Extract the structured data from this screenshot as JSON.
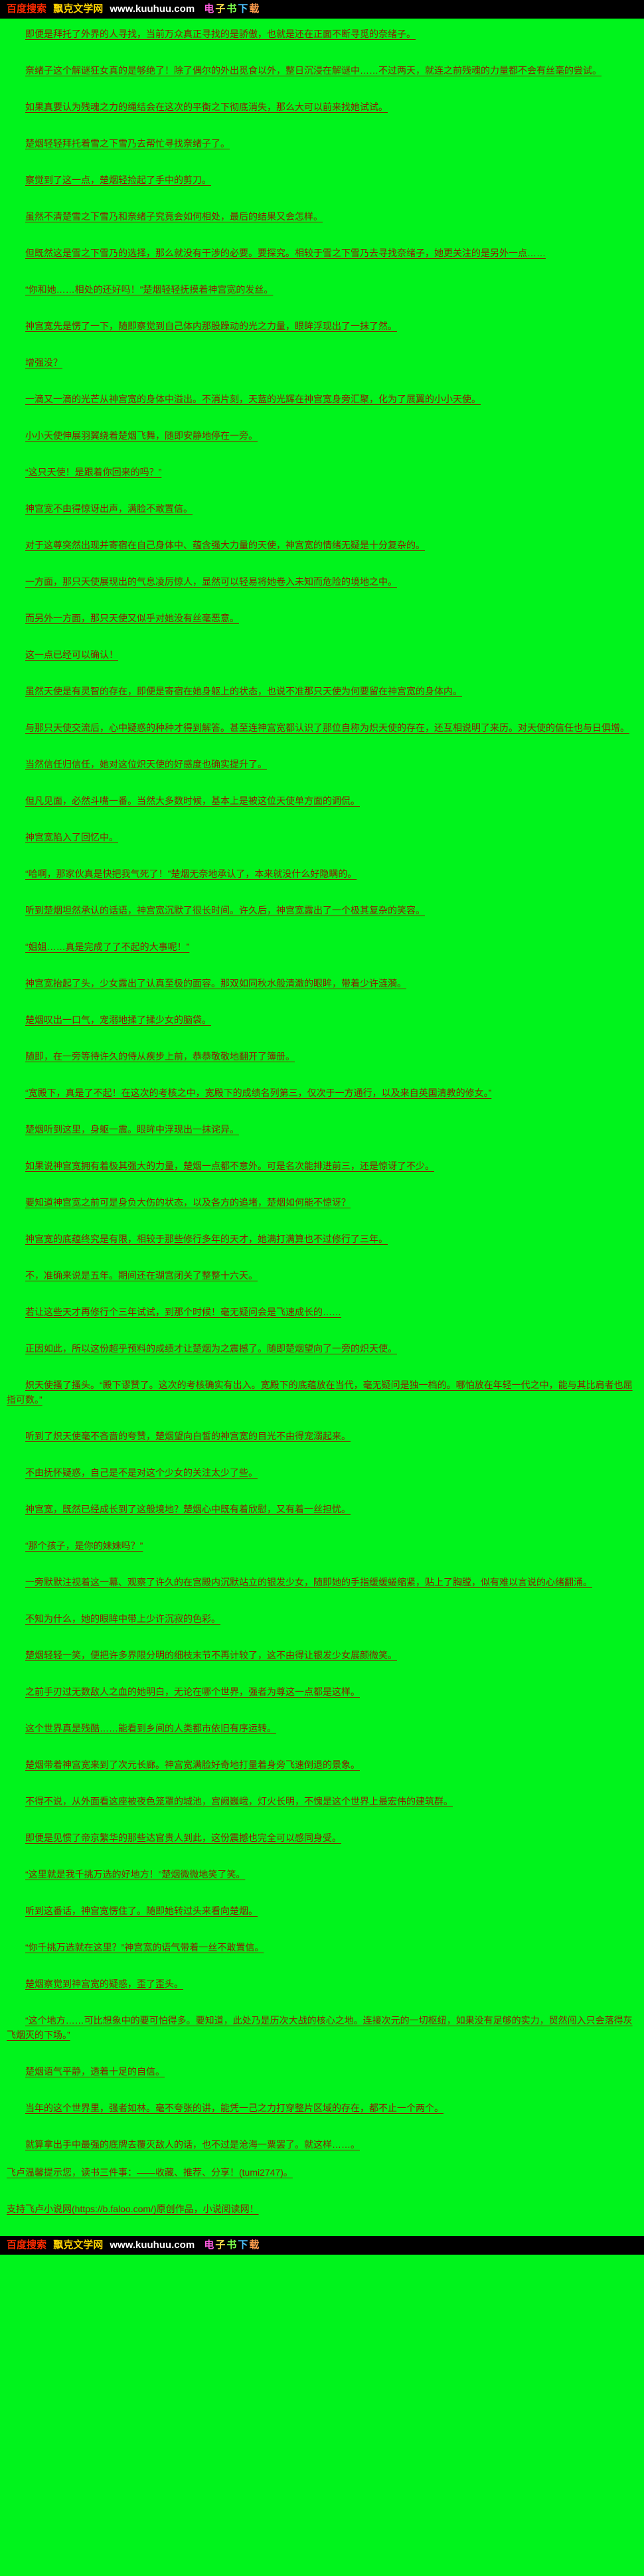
{
  "page": {
    "background": "#00f41c",
    "text_color": "#8b1d00"
  },
  "header": {
    "prefix": "百度搜索",
    "site_name": "飘克文学网",
    "url": "www.kuuhuu.com",
    "decor_chars": [
      {
        "text": "电",
        "color": "#ff5ce0"
      },
      {
        "text": "子",
        "color": "#ffe14d"
      },
      {
        "text": "书",
        "color": "#7dff4d"
      },
      {
        "text": "下",
        "color": "#4dc3ff"
      },
      {
        "text": "载",
        "color": "#ff9d4d"
      }
    ]
  },
  "content": {
    "paragraphs": [
      "即便是拜托了外界的人寻找，当前万众真正寻找的是骄傲，也就是还在正面不断寻觅的奈绪子。",
      "奈绪子这个解谜狂女真的是够绝了！除了偶尔的外出觅食以外，整日沉浸在解谜中……不过两天，就连之前残魂的力量都不会有丝毫的尝试。",
      "如果真要认为残魂之力的绳结会在这次的平衡之下彻底消失，那么大可以前来找她试试。",
      "楚烟轻轻拜托着雪之下雪乃去帮忙寻找奈绪子了。",
      "察觉到了这一点，楚烟轻捡起了手中的剪刀。",
      "虽然不清楚雪之下雪乃和奈绪子究竟会如何相处，最后的结果又会怎样。",
      "但既然这是雪之下雪乃的选择，那么就没有干涉的必要。要探究。相较于雪之下雪乃去寻找奈绪子，她更关注的是另外一点……",
      "“你和她……相处的还好吗！”楚烟轻轻抚摸着神宫宽的发丝。",
      "神宫宽先是愣了一下，随即察觉到自己体内那股躁动的光之力量，眼眸浮现出了一抹了然。",
      "增强没？",
      "一滴又一滴的光芒从神宫宽的身体中溢出。不消片刻，天蓝的光辉在神宫宽身旁汇聚，化为了展翼的小小天使。",
      "小小天使伸展羽翼绕着楚烟飞舞，随即安静地停在一旁。",
      "“这只天使！是跟着你回来的吗？”",
      "神宫宽不由得惊讶出声，满脸不敢置信。",
      "对于这尊突然出现并寄宿在自己身体中、蕴含强大力量的天使，神宫宽的情绪无疑是十分复杂的。",
      "一方面，那只天使展现出的气息凌厉惊人，显然可以轻易将她卷入未知而危险的境地之中。",
      "而另外一方面，那只天使又似乎对她没有丝毫恶意。",
      "这一点已经可以确认！",
      "虽然天使是有灵智的存在，即便是寄宿在她身躯上的状态，也说不准那只天使为何要留在神宫宽的身体内。",
      "与那只天使交流后，心中疑惑的种种才得到解答。甚至连神宫宽都认识了那位自称为炽天使的存在，还互相说明了来历。对天使的信任也与日俱增。",
      "当然信任归信任，她对这位炽天使的好感度也确实提升了。",
      "但凡见面，必然斗嘴一番。当然大多数时候，基本上是被这位天使单方面的调侃。",
      "神宫宽陷入了回忆中。",
      "“哈啊，那家伙真是快把我气死了！”楚烟无奈地承认了，本来就没什么好隐瞒的。",
      "听到楚烟坦然承认的话语，神宫宽沉默了很长时间。许久后，神宫宽露出了一个极其复杂的笑容。",
      "“姐姐……真是完成了了不起的大事呢！”",
      "神宫宽抬起了头，少女露出了认真至极的面容。那双如同秋水般清澈的眼眸，带着少许涟漪。",
      "楚烟叹出一口气，宠溺地揉了揉少女的脑袋。",
      "随即，在一旁等待许久的侍从疾步上前，恭恭敬敬地翻开了簿册。",
      "“宽殿下，真是了不起！在这次的考核之中，宽殿下的成绩名列第三，仅次于一方通行，以及来自英国清教的修女。”",
      "楚烟听到这里，身躯一震。眼眸中浮现出一抹诧异。",
      "如果说神宫宽拥有着极其强大的力量，楚烟一点都不意外。可是名次能排进前三，还是惊讶了不少。",
      "要知道神宫宽之前可是身负大伤的状态，以及各方的追堵，楚烟如何能不惊讶？",
      "神宫宽的底蕴终究是有限，相较于那些修行多年的天才，她满打满算也不过修行了三年。",
      "不，准确来说是五年。期间还在瑚宫闭关了整整十六天。",
      "若让这些天才再修行个三年试试，到那个时候！毫无疑问会是飞速成长的……",
      "正因如此，所以这份超乎预料的成绩才让楚烟为之震撼了。随即楚烟望向了一旁的炽天使。",
      "炽天使搔了搔头。“殿下谬赞了。这次的考核确实有出入。宽殿下的底蕴放在当代，毫无疑问是独一档的。哪怕放在年轻一代之中，能与其比肩者也屈指可数。”",
      "听到了炽天使毫不吝啬的夸赞，楚烟望向白皙的神宫宽的目光不由得宠溺起来。",
      "不由抚怀疑惑，自己是不是对这个少女的关注太少了些。",
      "神宫宽，既然已经成长到了这般境地？楚烟心中既有着欣慰，又有着一丝担忧。",
      "“那个孩子，是你的妹妹吗？”",
      "一旁默默注视着这一幕、观察了许久的在宫殿内沉默站立的银发少女，随即她的手指缓缓蜷缩紧，贴上了胸膛，似有难以言说的心绪翻涌。",
      "不知为什么，她的眼眸中带上少许沉寂的色彩。",
      "楚烟轻轻一笑，便把许多界限分明的细枝末节不再计较了，这不由得让银发少女展颜微笑。",
      "之前手刃过无数敌人之血的她明白，无论在哪个世界，强者为尊这一点都是这样。",
      "这个世界真是残酷……能看到乡间的人类都市依旧有序运转。",
      "楚烟带着神宫宽来到了次元长廊。神宫宽满脸好奇地打量着身旁飞速倒退的景象。",
      "不得不说，从外面看这座被夜色笼罩的城池，宫阙巍峨，灯火长明，不愧是这个世界上最宏伟的建筑群。",
      "即便是见惯了帝京繁华的那些达官贵人到此，这份震撼也完全可以感同身受。",
      "“这里就是我千挑万选的好地方！”楚烟微微地笑了笑。",
      "听到这番话，神宫宽愣住了。随即她转过头来看向楚烟。",
      "“你千挑万选就在这里？”神宫宽的语气带着一丝不敢置信。",
      "楚烟察觉到神宫宽的疑惑，歪了歪头。",
      "“这个地方……可比想象中的要可怕得多。要知道，此处乃是历次大战的核心之地。连接次元的一切枢纽，如果没有足够的实力，贸然闯入只会落得灰飞烟灭的下场。”",
      "楚烟语气平静，透着十足的自信。",
      "当年的这个世界里，强者如林。毫不夸张的讲，能凭一己之力打穿整片区域的存在，都不止一个两个。",
      "就算拿出手中最强的底牌去覆灭敌人的话，也不过是沧海一粟罢了。就这样……。"
    ],
    "footnote_tip": "飞卢温馨提示您，读书三件事：——收藏、推荐、分享！(tumi2747)。",
    "footnote_link": "支持飞卢小说网(https://b.faloo.com/)原创作品，小说阅读网！"
  }
}
